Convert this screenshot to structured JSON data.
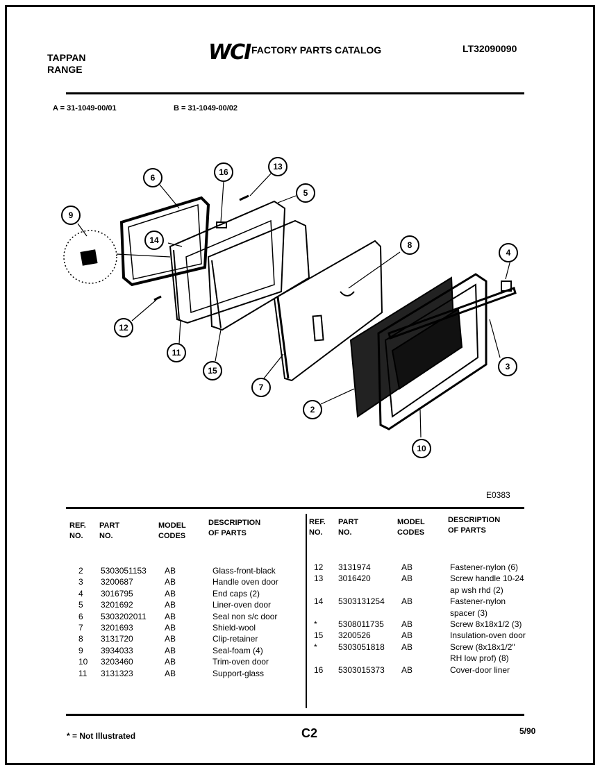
{
  "header": {
    "brand_line1": "TAPPAN",
    "brand_line2": "RANGE",
    "logo_text": "WCI",
    "catalog_title": "FACTORY PARTS CATALOG",
    "model_number": "LT32090090"
  },
  "variants": {
    "a": "A = 31-1049-00/01",
    "b": "B = 31-1049-00/02"
  },
  "diagram": {
    "figure_code": "E0383",
    "callouts": [
      "6",
      "16",
      "13",
      "5",
      "9",
      "14",
      "8",
      "4",
      "12",
      "11",
      "15",
      "7",
      "3",
      "2",
      "10"
    ]
  },
  "table": {
    "headers": {
      "ref": "REF.",
      "ref2": "NO.",
      "part": "PART",
      "part2": "NO.",
      "model": "MODEL",
      "model2": "CODES",
      "desc": "DESCRIPTION",
      "desc2": "OF PARTS"
    },
    "left_rows": [
      {
        "ref": "2",
        "part": "5303051153",
        "model": "AB",
        "desc": "Glass-front-black"
      },
      {
        "ref": "3",
        "part": "3200687",
        "model": "AB",
        "desc": "Handle oven door"
      },
      {
        "ref": "4",
        "part": "3016795",
        "model": "AB",
        "desc": "End caps (2)"
      },
      {
        "ref": "5",
        "part": "3201692",
        "model": "AB",
        "desc": "Liner-oven door"
      },
      {
        "ref": "6",
        "part": "5303202011",
        "model": "AB",
        "desc": "Seal non s/c door"
      },
      {
        "ref": "7",
        "part": "3201693",
        "model": "AB",
        "desc": "Shield-wool"
      },
      {
        "ref": "8",
        "part": "3131720",
        "model": "AB",
        "desc": "Clip-retainer"
      },
      {
        "ref": "9",
        "part": "3934033",
        "model": "AB",
        "desc": "Seal-foam (4)"
      },
      {
        "ref": "10",
        "part": "3203460",
        "model": "AB",
        "desc": "Trim-oven door"
      },
      {
        "ref": "11",
        "part": "3131323",
        "model": "AB",
        "desc": "Support-glass"
      }
    ],
    "right_rows": [
      {
        "ref": "12",
        "part": "3131974",
        "model": "AB",
        "desc": "Fastener-nylon (6)"
      },
      {
        "ref": "13",
        "part": "3016420",
        "model": "AB",
        "desc": "Screw handle 10-24"
      },
      {
        "ref": "",
        "part": "",
        "model": "",
        "desc": "ap wsh rhd (2)"
      },
      {
        "ref": "14",
        "part": "5303131254",
        "model": "AB",
        "desc": "Fastener-nylon"
      },
      {
        "ref": "",
        "part": "",
        "model": "",
        "desc": "spacer (3)"
      },
      {
        "ref": "*",
        "part": "5308011735",
        "model": "AB",
        "desc": "Screw 8x18x1/2 (3)"
      },
      {
        "ref": "15",
        "part": "3200526",
        "model": "AB",
        "desc": "Insulation-oven door"
      },
      {
        "ref": "*",
        "part": "5303051818",
        "model": "AB",
        "desc": "Screw (8x18x1/2\""
      },
      {
        "ref": "",
        "part": "",
        "model": "",
        "desc": "RH    low prof) (8)"
      },
      {
        "ref": "16",
        "part": "5303015373",
        "model": "AB",
        "desc": "Cover-door liner"
      }
    ]
  },
  "footer": {
    "note": "* = Not Illustrated",
    "page": "C2",
    "date": "5/90"
  }
}
